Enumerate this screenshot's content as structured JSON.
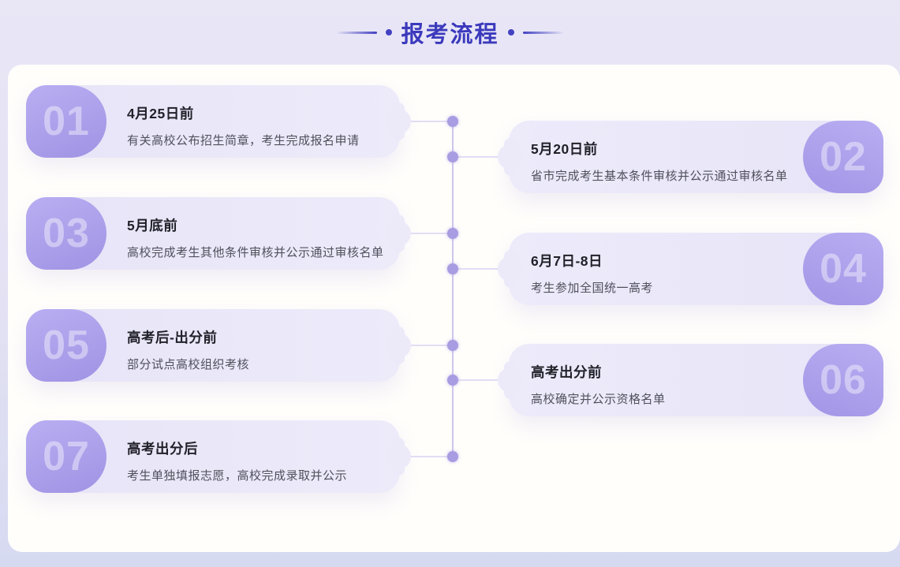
{
  "page": {
    "title": "报考流程"
  },
  "steps": [
    {
      "number": "01",
      "date": "4月25日前",
      "desc": "有关高校公布招生简章，考生完成报名申请",
      "side": "left"
    },
    {
      "number": "02",
      "date": "5月20日前",
      "desc": "省市完成考生基本条件审核并公示通过审核名单",
      "side": "right"
    },
    {
      "number": "03",
      "date": "5月底前",
      "desc": "高校完成考生其他条件审核并公示通过审核名单",
      "side": "left"
    },
    {
      "number": "04",
      "date": "6月7日-8日",
      "desc": "考生参加全国统一高考",
      "side": "right"
    },
    {
      "number": "05",
      "date": "高考后-出分前",
      "desc": "部分试点高校组织考核",
      "side": "left"
    },
    {
      "number": "06",
      "date": "高考出分前",
      "desc": "高校确定并公示资格名单",
      "side": "right"
    },
    {
      "number": "07",
      "date": "高考出分后",
      "desc": "考生单独填报志愿，高校完成录取并公示",
      "side": "left"
    }
  ],
  "colors": {
    "accent": "#4341c2",
    "badge": "#a99cea",
    "timeline_dot": "#a89ce2",
    "panel": "#fffefb",
    "card": "#e9e6f8"
  }
}
